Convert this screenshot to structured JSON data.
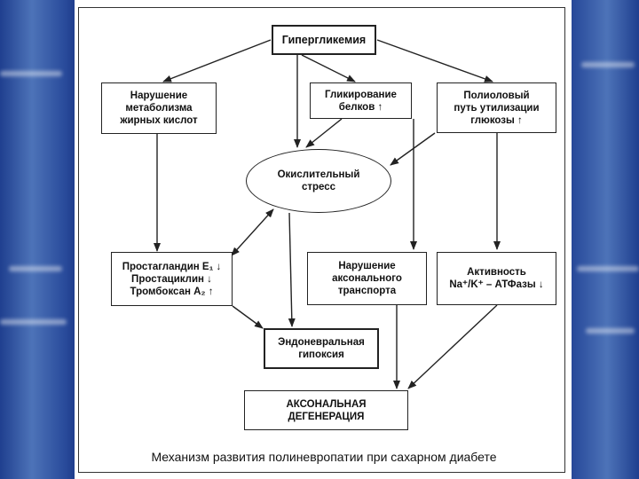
{
  "nodes": {
    "hyperglycemia": "Гипергликемия",
    "fatty_acids": "Нарушение\nметаболизма\nжирных кислот",
    "glycation": "Гликирование\nбелков ↑",
    "polyol": "Полиоловый\nпуть утилизации\nглюкозы ↑",
    "oxidative": "Окислительный\nстресс",
    "prostaglandins": "Простагландин E₁ ↓\nПростациклин ↓\nТромбоксан A₂ ↑",
    "axonal_transport": "Нарушение\nаксонального\nтранспорта",
    "atpase": "Активность\nNa⁺/K⁺ – АТФазы ↓",
    "hypoxia": "Эндоневральная\nгипоксия",
    "degeneration": "АКСОНАЛЬНАЯ\nДЕГЕНЕРАЦИЯ"
  },
  "caption": "Механизм развития полиневропатии при сахарном диабете"
}
